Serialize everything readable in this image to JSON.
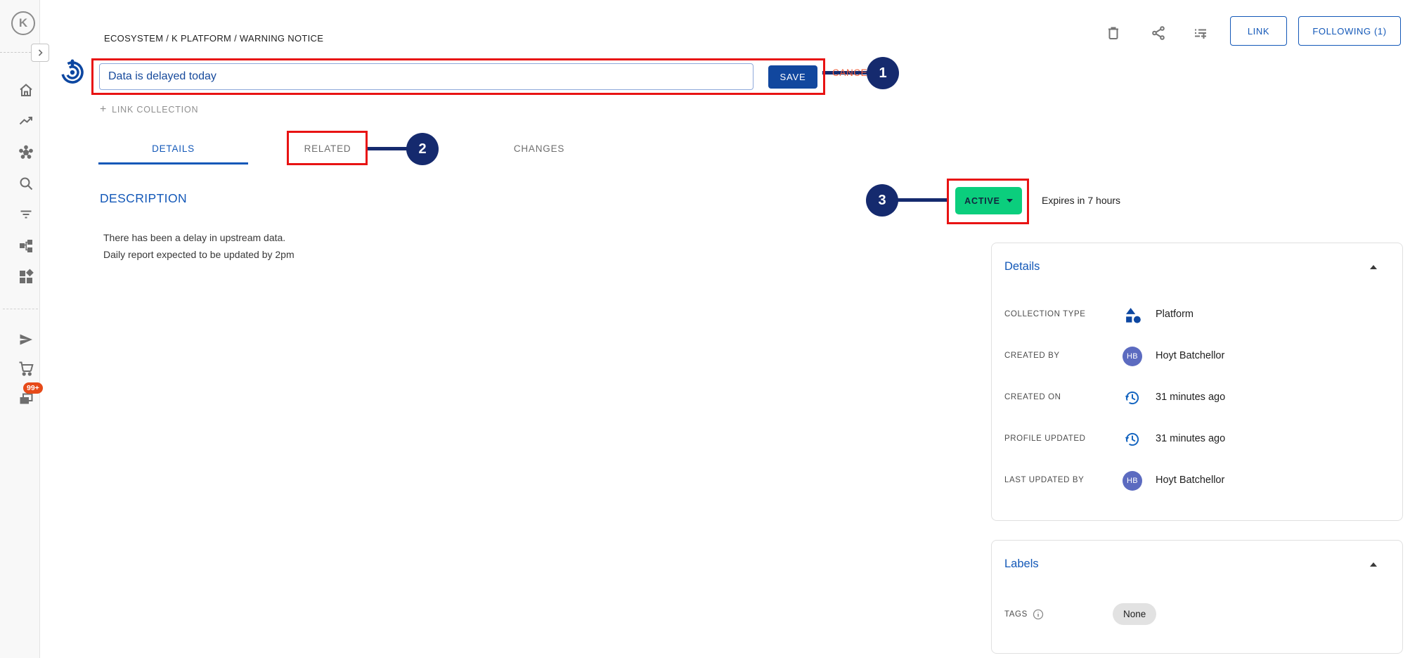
{
  "sidebar": {
    "logo_text": "K",
    "chat_badge": "99+",
    "icons": [
      "home",
      "trending",
      "network-hub",
      "search",
      "filter",
      "account-tree",
      "widgets"
    ],
    "bottom_icons": [
      "send",
      "cart",
      "chat"
    ]
  },
  "topbar": {
    "icon_names": [
      "delete",
      "share",
      "add-to-list"
    ],
    "link_button": "LINK",
    "following_button": "FOLLOWING (1)"
  },
  "header": {
    "breadcrumb": "ECOSYSTEM / K PLATFORM / WARNING NOTICE",
    "title_value": "Data is delayed today",
    "save_button": "SAVE",
    "cancel_button": "CANCEL",
    "link_collection_plus": "+",
    "link_collection": "LINK COLLECTION"
  },
  "tabs": {
    "details": "DETAILS",
    "related": "RELATED",
    "changes": "CHANGES"
  },
  "description": {
    "heading": "DESCRIPTION",
    "line1": "There has been a delay in upstream data.",
    "line2": "Daily report expected to be updated by 2pm"
  },
  "status": {
    "label": "ACTIVE",
    "expires": "Expires in 7 hours"
  },
  "details_card": {
    "title": "Details",
    "rows": [
      {
        "label": "COLLECTION TYPE",
        "icon": "platform",
        "value": "Platform"
      },
      {
        "label": "CREATED BY",
        "icon": "avatar",
        "initials": "HB",
        "value": "Hoyt Batchellor"
      },
      {
        "label": "CREATED ON",
        "icon": "history",
        "value": "31 minutes ago"
      },
      {
        "label": "PROFILE UPDATED",
        "icon": "history",
        "value": "31 minutes ago"
      },
      {
        "label": "LAST UPDATED BY",
        "icon": "avatar",
        "initials": "HB",
        "value": "Hoyt Batchellor"
      }
    ]
  },
  "labels_card": {
    "title": "Labels",
    "tags_label": "TAGS",
    "tags_value": "None"
  },
  "annotations": {
    "badge1": "1",
    "badge2": "2",
    "badge3": "3"
  },
  "colors": {
    "accent_blue": "#1358B8",
    "save_blue": "#11479E",
    "active_green": "#0BCE7D",
    "annotation_red": "#E81313",
    "annotation_navy": "#152A6E",
    "avatar_indigo": "#5C6BC0",
    "history_blue": "#1565C0",
    "platform_blue": "#0D47A1",
    "notification_red": "#E64A19",
    "cancel_orange": "#EF5F3C"
  }
}
